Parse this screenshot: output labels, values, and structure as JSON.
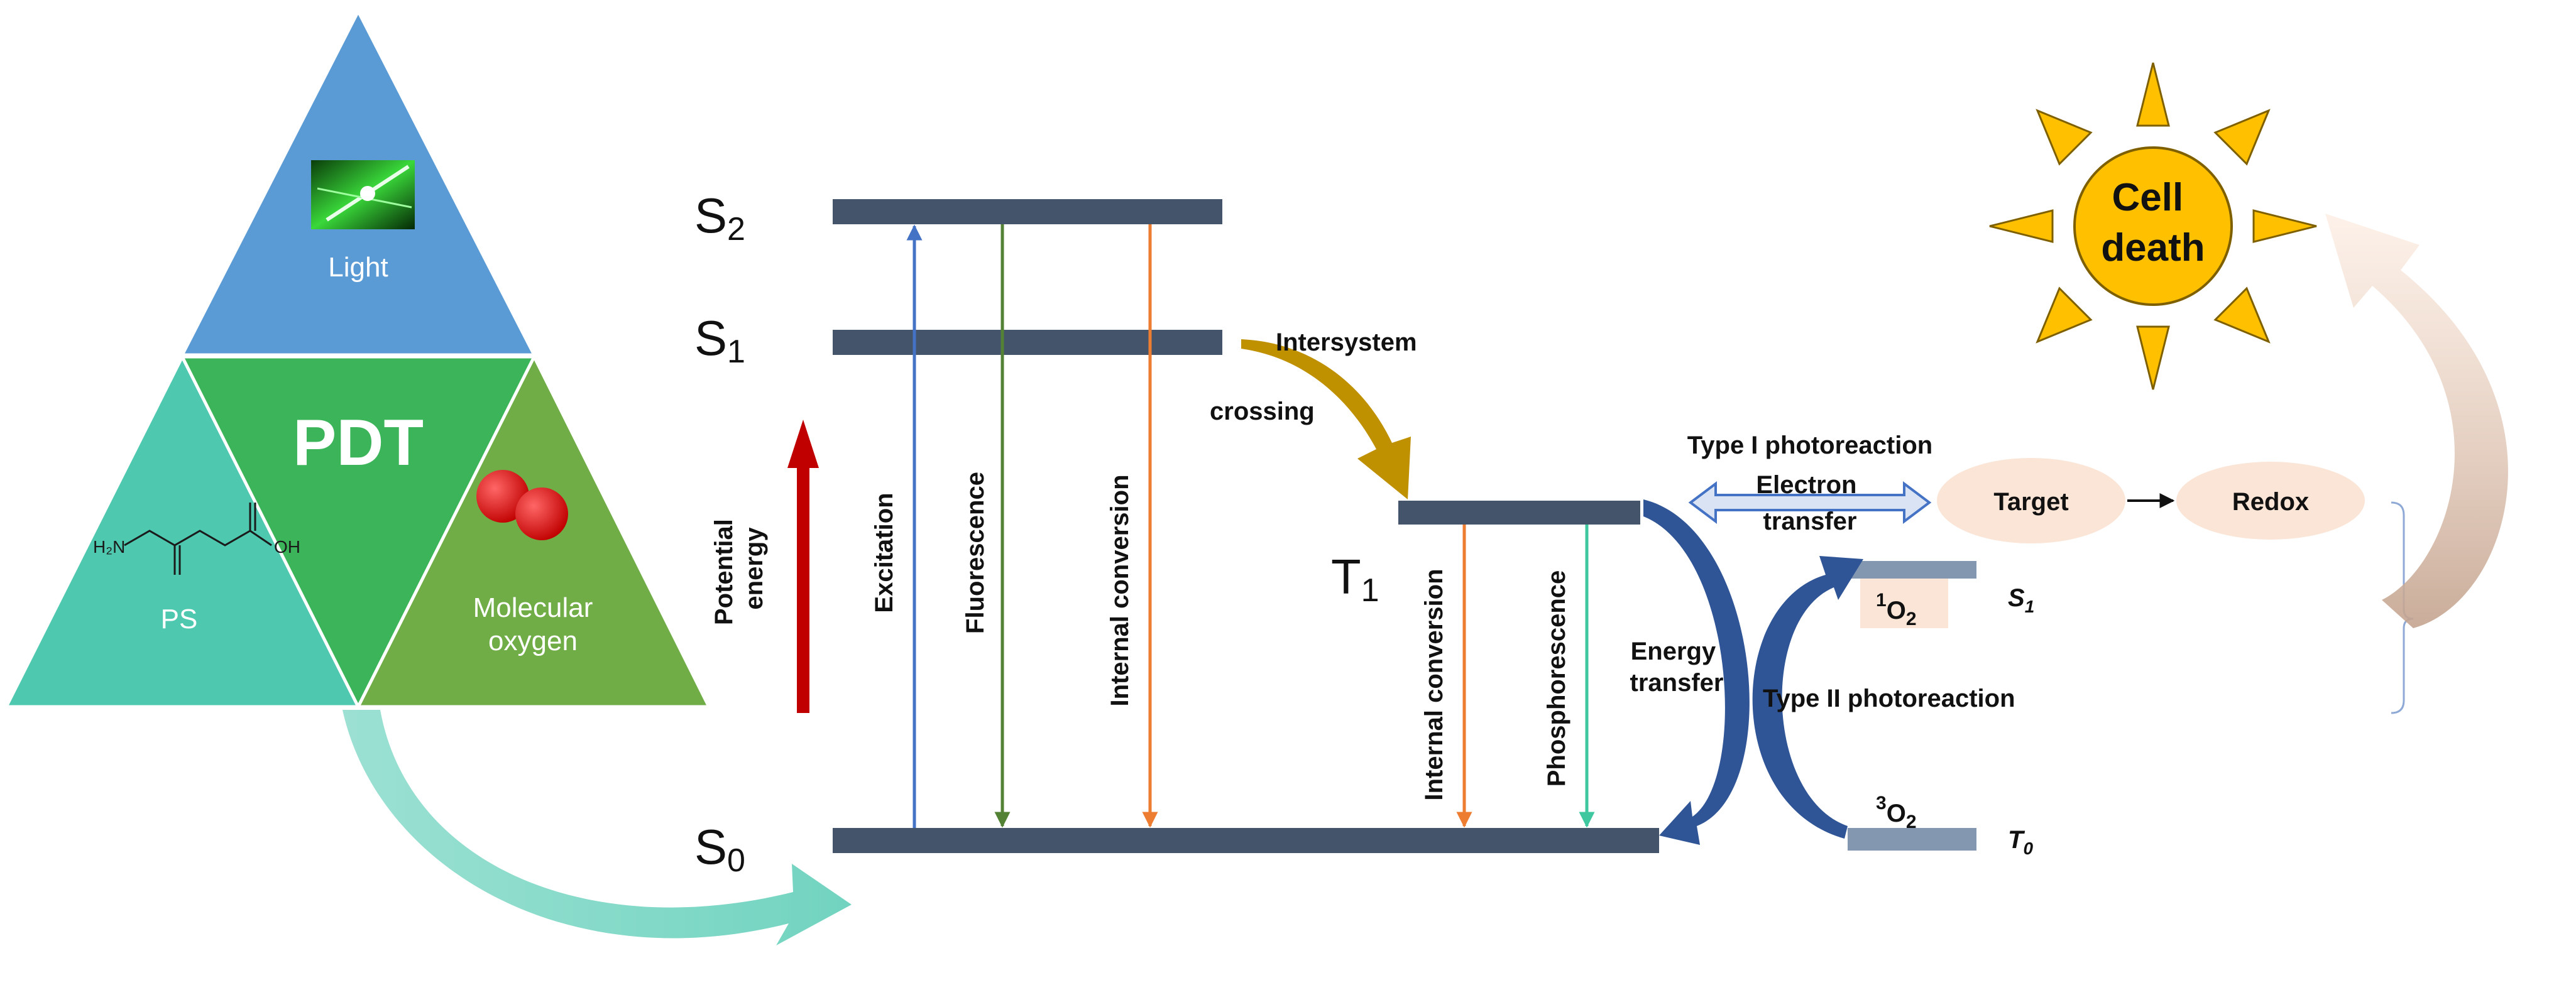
{
  "triangle": {
    "center": "PDT",
    "top": "Light",
    "left": "PS",
    "right_line1": "Molecular",
    "right_line2": "oxygen",
    "ps_amine": "H₂N",
    "ps_acid": "OH"
  },
  "levels": {
    "s2_main": "S",
    "s2_sub": "2",
    "s1_main": "S",
    "s1_sub": "1",
    "s0_main": "S",
    "s0_sub": "0",
    "t1_main": "T",
    "t1_sub": "1"
  },
  "axis": {
    "line1": "Potential",
    "line2": "energy"
  },
  "transitions": {
    "excitation": "Excitation",
    "fluorescence": "Fluorescence",
    "internal_conversion_s": "Internal conversion",
    "internal_conversion_t": "Internal conversion",
    "phosphorescence": "Phosphorescence",
    "isc_line1": "Intersystem",
    "isc_line2": "crossing",
    "energy_line1": "Energy",
    "energy_line2": "transfer"
  },
  "reactions": {
    "type1": "Type I photoreaction",
    "electron_line1": "Electron",
    "electron_line2": "transfer",
    "target": "Target",
    "redox": "Redox",
    "type2": "Type II photoreaction",
    "singlet_oxygen_sup": "1",
    "singlet_oxygen_main": "O",
    "singlet_oxygen_sub": "2",
    "triplet_oxygen_sup": "3",
    "triplet_oxygen_main": "O",
    "triplet_oxygen_sub": "2",
    "oxygen_s1_main": "S",
    "oxygen_s1_sub": "1",
    "oxygen_t0_main": "T",
    "oxygen_t0_sub": "0"
  },
  "outcome": {
    "line1": "Cell",
    "line2": "death"
  },
  "colors": {
    "light": "#5b9bd5",
    "ps": "#4ec9b0",
    "pdt": "#3cb55a",
    "oxygen": "#70ad47",
    "level_bar": "#44546a",
    "excitation": "#4472c4",
    "fluorescence": "#548235",
    "internal_conversion": "#ed7d31",
    "phosphorescence": "#3fc7a0",
    "potential": "#c00000",
    "isc_arrow": "#bf9000",
    "energy_arrow": "#2f5597",
    "sun": "#ffc000",
    "target_fill": "#fbe5d6"
  }
}
